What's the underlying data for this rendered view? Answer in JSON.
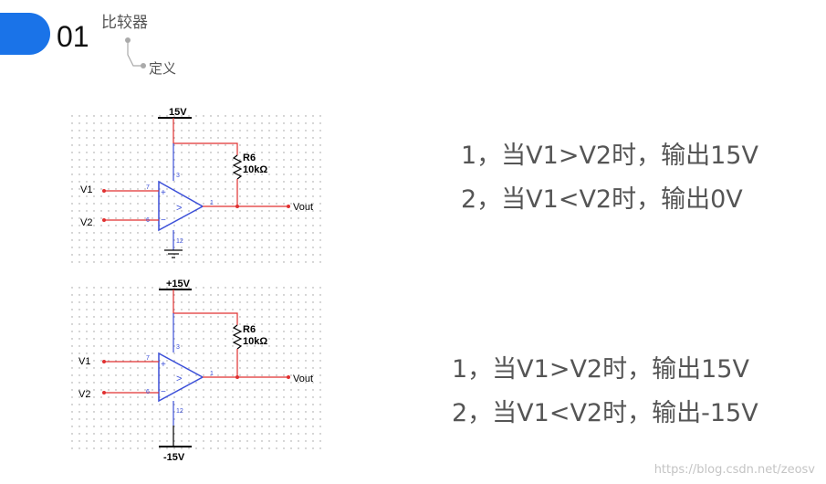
{
  "header": {
    "section_number": "01",
    "title": "比较器",
    "subtitle": "定义"
  },
  "circuit_top": {
    "supply_label": "15V",
    "resistor_name": "R6",
    "resistor_value": "10kΩ",
    "input1_label": "V1",
    "input2_label": "V2",
    "output_label": "Vout",
    "pin_noninv": "7",
    "pin_inv": "6",
    "pin_top": "3",
    "pin_out": "1",
    "pin_bottom": "12"
  },
  "circuit_bottom": {
    "supply_label": "+15V",
    "neg_supply_label": "-15V",
    "resistor_name": "R6",
    "resistor_value": "10kΩ",
    "input1_label": "V1",
    "input2_label": "V2",
    "output_label": "Vout",
    "pin_noninv": "7",
    "pin_inv": "6",
    "pin_top": "3",
    "pin_out": "1",
    "pin_bottom": "12"
  },
  "rules_top": [
    "1，当V1>V2时，输出15V",
    "2，当V1<V2时，输出0V"
  ],
  "rules_bottom": [
    "1，当V1>V2时，输出15V",
    "2，当V1<V2时，输出-15V"
  ],
  "watermark": "https://blog.csdn.net/zeosv",
  "colors": {
    "accent": "#1a73e8",
    "wire": "#e03030",
    "opamp": "#3b4fd8",
    "text": "#555555"
  }
}
